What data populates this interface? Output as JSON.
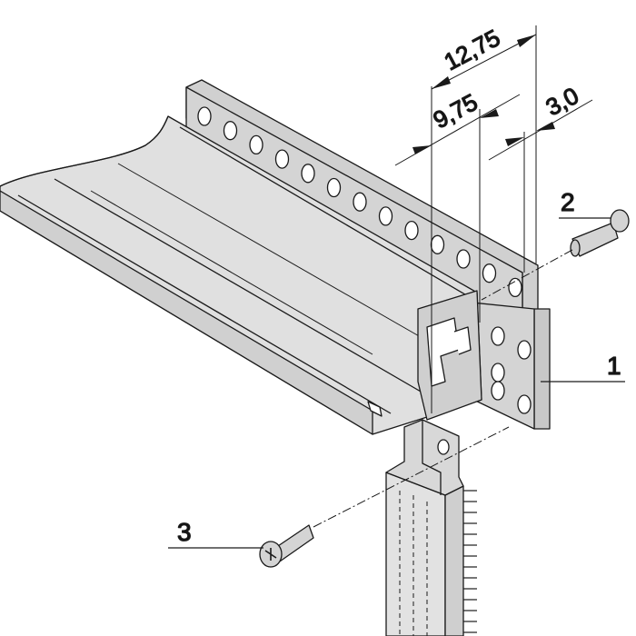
{
  "dimensions": {
    "d1": "12,75",
    "d2": "9,75",
    "d3": "3,0"
  },
  "callouts": {
    "c1": "1",
    "c2": "2",
    "c3": "3"
  },
  "colors": {
    "fill": "#d4d4d4",
    "fill_light": "#e2e2e2",
    "stroke": "#1a1a1a"
  }
}
